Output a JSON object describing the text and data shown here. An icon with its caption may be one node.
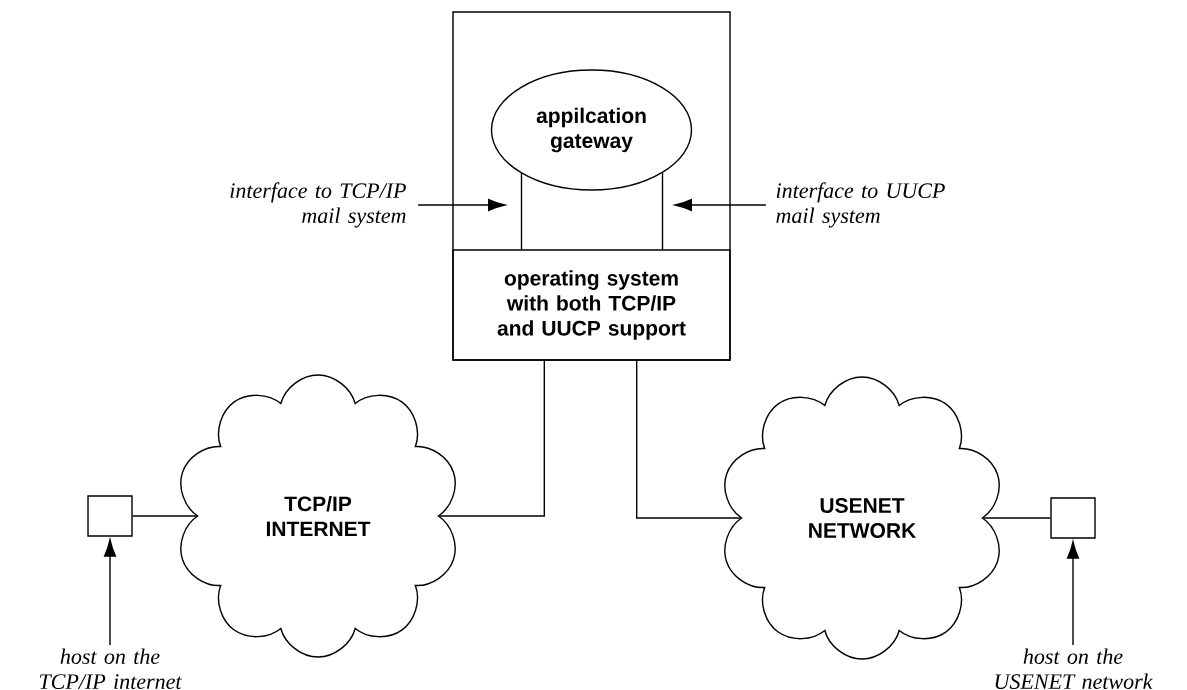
{
  "diagram": {
    "nodes": [
      {
        "text": [],
        "shape": "box"
      },
      {
        "text": [
          "appilcation gateway"
        ],
        "in": 0
      },
      {
        "text": [
          "operating system with both TCP/IP and UUCP support"
        ],
        "in": 0
      },
      {
        "text": [
          "interface to TCP/IP mail system"
        ]
      },
      {
        "text": [
          "interface to UUCP mail system"
        ]
      },
      {
        "text": [
          "TCP/IP INTERNET"
        ]
      },
      {
        "text": [
          "USENET NETWORK"
        ]
      },
      {
        "text": [],
        "shape": "box"
      },
      {
        "text": [],
        "shape": "box"
      },
      {
        "text": [
          "host on the TCP/IP internet"
        ]
      },
      {
        "text": [
          "host on the USENET network"
        ]
      }
    ],
    "edges": [
      {
        "from": 2,
        "to": 5,
        "arrow": "none"
      },
      {
        "from": 2,
        "to": 6,
        "arrow": "none"
      },
      {
        "from": 7,
        "to": 5,
        "arrow": "none"
      },
      {
        "from": 8,
        "to": 6,
        "arrow": "none"
      },
      {
        "from": 9,
        "to": 7,
        "arrow": "to"
      },
      {
        "from": 10,
        "to": 8,
        "arrow": "to"
      },
      {
        "from": 3,
        "to": null,
        "arrow": "to"
      },
      {
        "from": 4,
        "to": null,
        "arrow": "to"
      }
    ]
  }
}
